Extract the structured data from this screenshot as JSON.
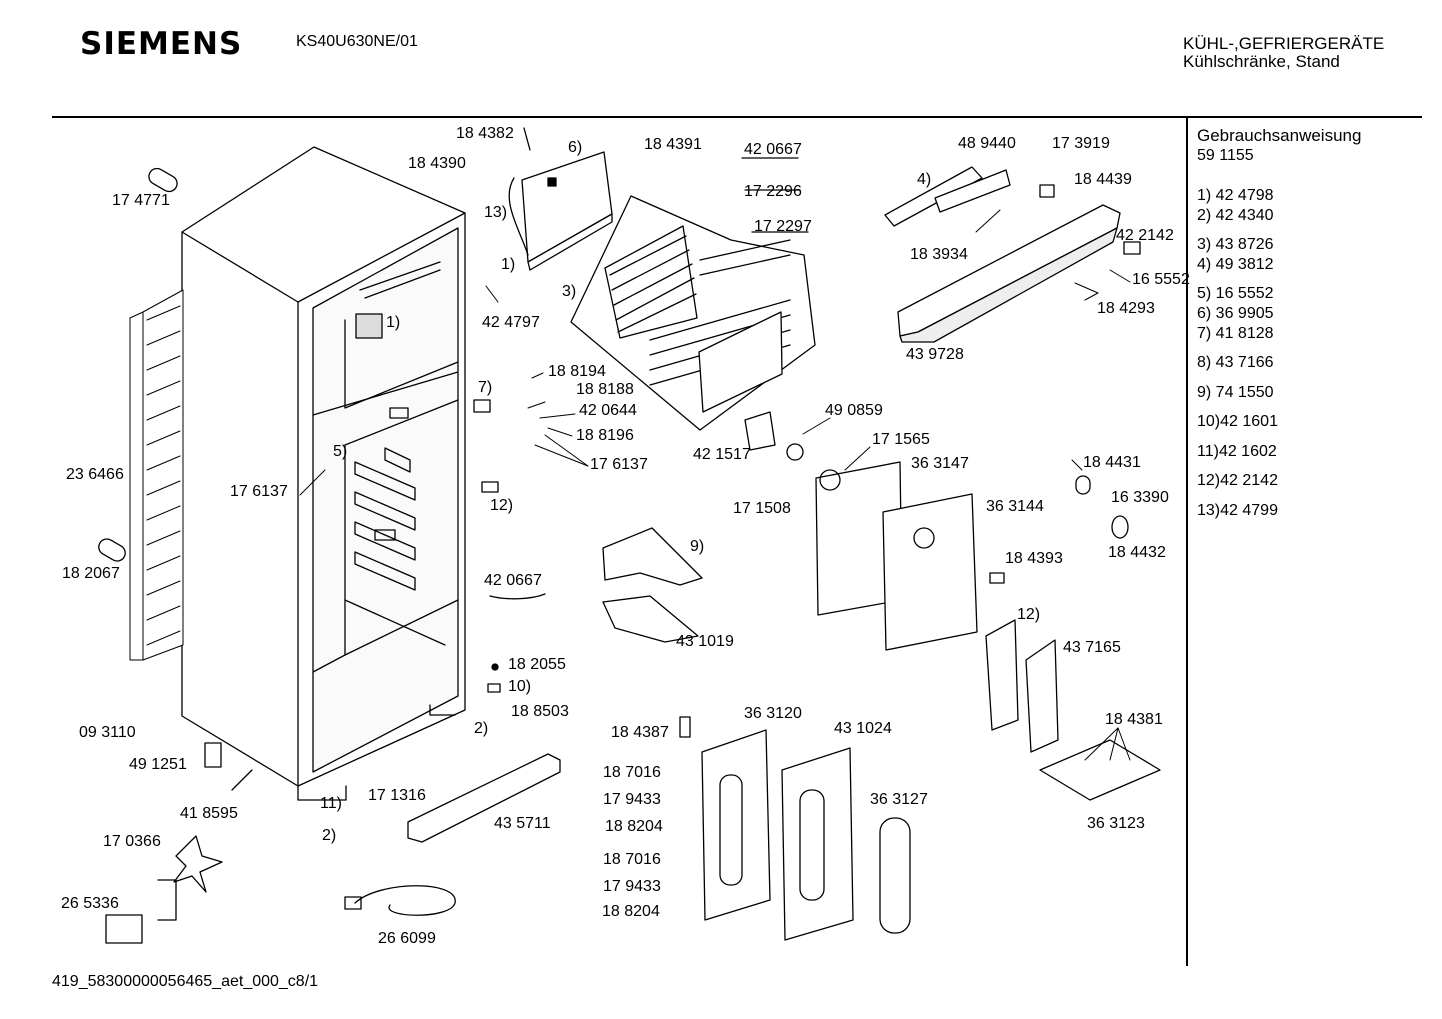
{
  "header": {
    "brand": "SIEMENS",
    "model": "KS40U630NE/01",
    "category_line1": "KÜHL-,GEFRIERGERÄTE",
    "category_line2": "Kühlschränke, Stand"
  },
  "sidebar": {
    "manual_label": "Gebrauchsanweisung",
    "manual_number": "59 1155",
    "legend": [
      {
        "text": "1) 42 4798"
      },
      {
        "text": "2) 42 4340"
      },
      {
        "text": "3) 43 8726"
      },
      {
        "text": "4) 49 3812"
      },
      {
        "text": "5) 16 5552"
      },
      {
        "text": "6) 36 9905"
      },
      {
        "text": "7) 41 8128"
      },
      {
        "text": "8) 43 7166"
      },
      {
        "text": "9) 74 1550"
      },
      {
        "text": "10)42 1601"
      },
      {
        "text": "11)42 1602"
      },
      {
        "text": "12)42 2142"
      },
      {
        "text": "13)42 4799"
      }
    ]
  },
  "footer": {
    "code": "419_58300000056465_aet_000_c8/1"
  },
  "diagram": {
    "labels": [
      "18 4382",
      "6)",
      "18 4391",
      "42 0667",
      "18 4390",
      "17 2296",
      "13)",
      "17 2297",
      "1)",
      "3)",
      "42 4797",
      "17 4771",
      "48 9440",
      "17 3919",
      "4)",
      "18 4439",
      "42 2142",
      "18 3934",
      "16 5552",
      "18 4293",
      "43 9728",
      "1)",
      "7)",
      "18 8194",
      "18 8188",
      "42 0644",
      "18 8196",
      "17 6137",
      "5)",
      "17 6137",
      "23 6466",
      "42 1517",
      "49 0859",
      "17 1565",
      "36 3147",
      "17 1508",
      "36 3144",
      "18 4431",
      "16 3390",
      "18 4432",
      "12)",
      "9)",
      "18 4393",
      "42 0667",
      "12)",
      "43 7165",
      "43 1019",
      "18 2067",
      "18 2055",
      "10)",
      "18 8503",
      "18 4381",
      "36 3123",
      "09 3110",
      "2)",
      "18 4387",
      "36 3120",
      "43 1024",
      "49 1251",
      "18 7016",
      "17 9433",
      "36 3127",
      "18 8204",
      "41 8595",
      "11)",
      "17 1316",
      "43 5711",
      "2)",
      "17 0366",
      "18 7016",
      "17 9433",
      "18 8204",
      "26 5336",
      "26 6099"
    ]
  }
}
